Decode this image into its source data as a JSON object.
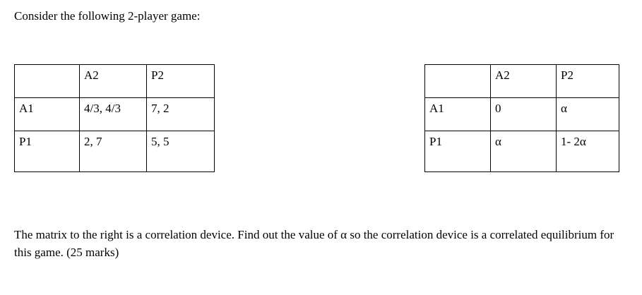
{
  "document": {
    "intro": "Consider the following 2-player game:",
    "question": "The matrix to the right is a correlation device. Find out the value of α so the correlation device is a correlated equilibrium for this game. (25 marks)"
  },
  "game_table": {
    "name": "game-payoff-matrix",
    "header": [
      "",
      "A2",
      "P2"
    ],
    "rows": [
      {
        "label": "A1",
        "cells": [
          "4/3, 4/3",
          "7, 2"
        ]
      },
      {
        "label": "P1",
        "cells": [
          "2, 7",
          "5, 5"
        ]
      }
    ]
  },
  "device_table": {
    "name": "correlation-device-matrix",
    "header": [
      "",
      "A2",
      "P2"
    ],
    "rows": [
      {
        "label": "A1",
        "cells": [
          "0",
          "α"
        ]
      },
      {
        "label": "P1",
        "cells": [
          "α",
          "1- 2α"
        ]
      }
    ]
  },
  "style": {
    "text_color": "#000000",
    "border_color": "#000000",
    "background": "#ffffff"
  }
}
